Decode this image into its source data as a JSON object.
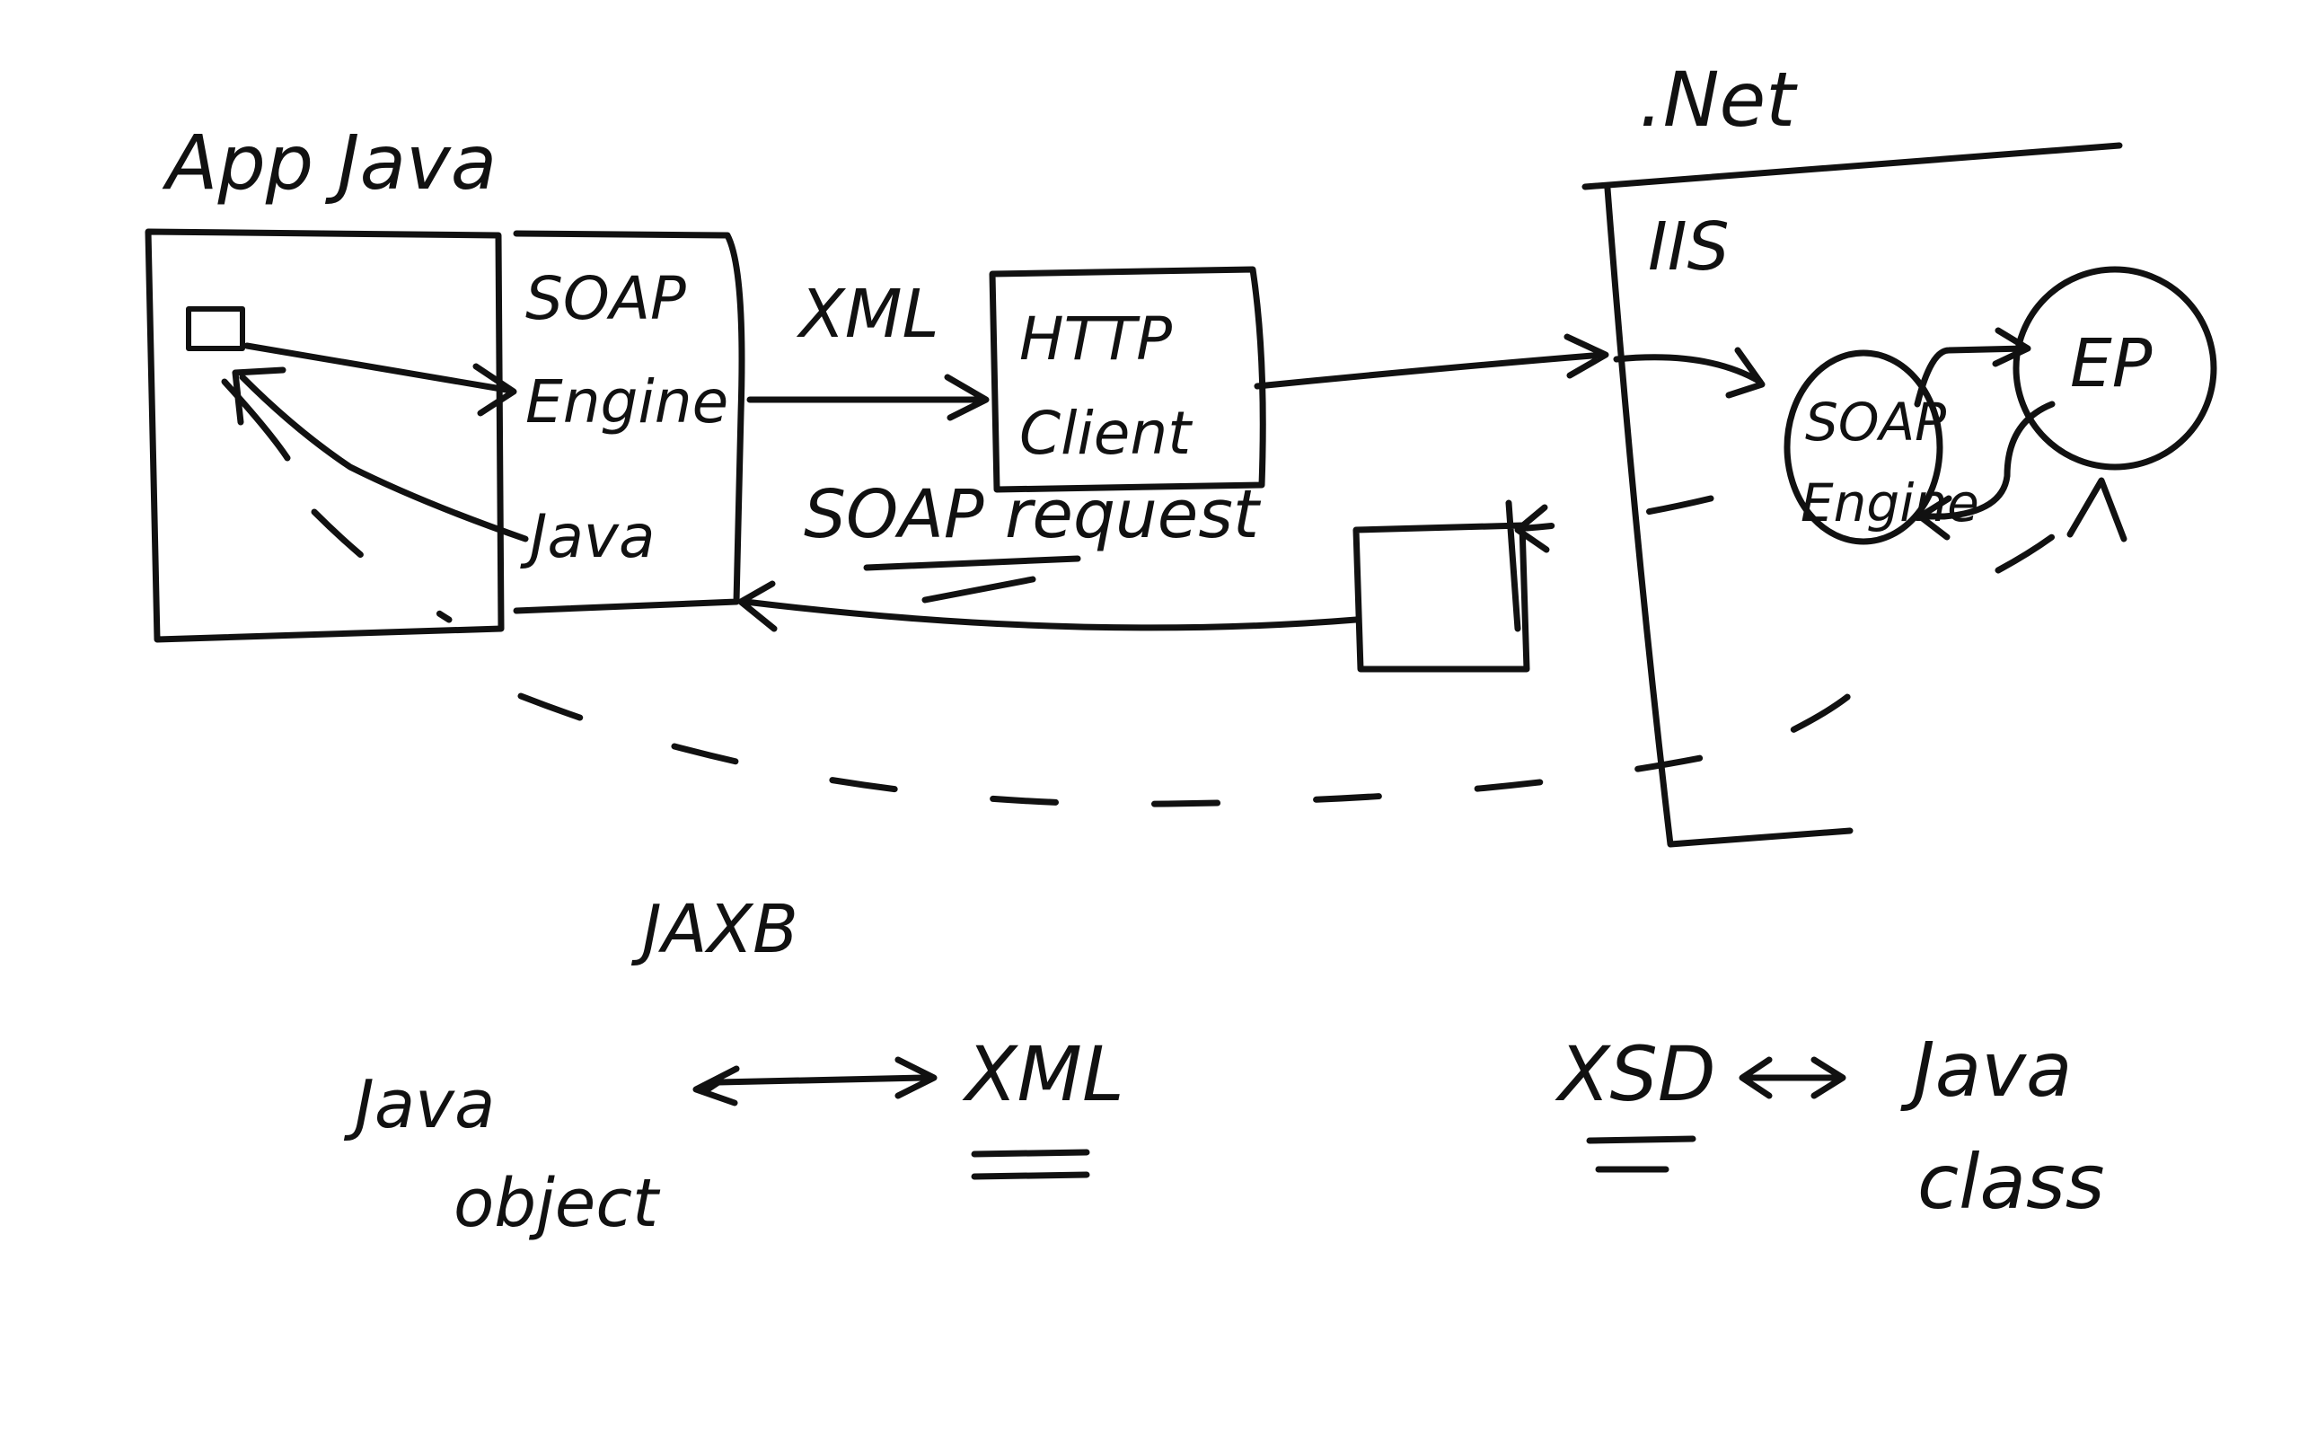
{
  "labels": {
    "app_java": "App Java",
    "soap_engine_java": [
      "SOAP",
      "Engine",
      "Java"
    ],
    "xml_arrow": "XML",
    "http_client": [
      "HTTP",
      "Client"
    ],
    "soap_request": "SOAP request",
    "dotnet": ".Net",
    "iis": "IIS",
    "soap_engine_net": [
      "SOAP",
      "Engine"
    ],
    "ep": "EP",
    "jaxb": "JAXB",
    "java_object": [
      "Java",
      "object"
    ],
    "xml_bottom": "XML",
    "xsd": "XSD",
    "java_class": [
      "Java",
      "class"
    ]
  },
  "colors": {
    "ink": "#111111",
    "paper": "#ffffff"
  }
}
